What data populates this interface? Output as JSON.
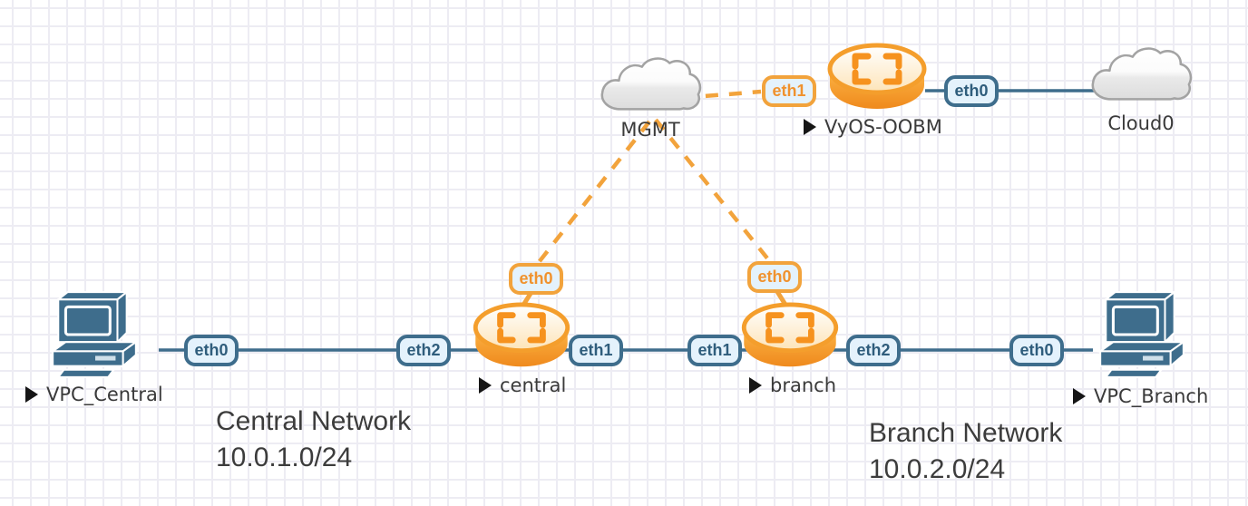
{
  "canvas": {
    "tool": "network-topology-canvas"
  },
  "nodes": {
    "mgmt": {
      "label": "MGMT",
      "type": "cloud"
    },
    "vyos_oobm": {
      "label": "VyOS-OOBM",
      "type": "router",
      "status_icon": "play-triangle"
    },
    "cloud0": {
      "label": "Cloud0",
      "type": "cloud"
    },
    "central": {
      "label": "central",
      "type": "router",
      "status_icon": "play-triangle"
    },
    "branch": {
      "label": "branch",
      "type": "router",
      "status_icon": "play-triangle"
    },
    "vpc_central": {
      "label": "VPC_Central",
      "type": "pc",
      "status_icon": "play-triangle"
    },
    "vpc_branch": {
      "label": "VPC_Branch",
      "type": "pc",
      "status_icon": "play-triangle"
    }
  },
  "interfaces": {
    "vyos_eth1": "eth1",
    "vyos_eth0": "eth0",
    "central_eth0": "eth0",
    "central_eth2": "eth2",
    "central_eth1": "eth1",
    "branch_eth1": "eth1",
    "branch_eth0": "eth0",
    "branch_eth2": "eth2",
    "vpc_central_eth0": "eth0",
    "vpc_branch_eth0": "eth0"
  },
  "annotations": {
    "central_network": {
      "line1": "Central Network",
      "line2": "10.0.1.0/24"
    },
    "branch_network": {
      "line1": "Branch Network",
      "line2": "10.0.2.0/24"
    }
  },
  "colors": {
    "link_blue": "#3e6d8c",
    "mgmt_orange": "#f2a33c",
    "badge_fill": "#e4f2fc",
    "router_orange": "#f6921e",
    "label_text": "#3a3a3a"
  }
}
